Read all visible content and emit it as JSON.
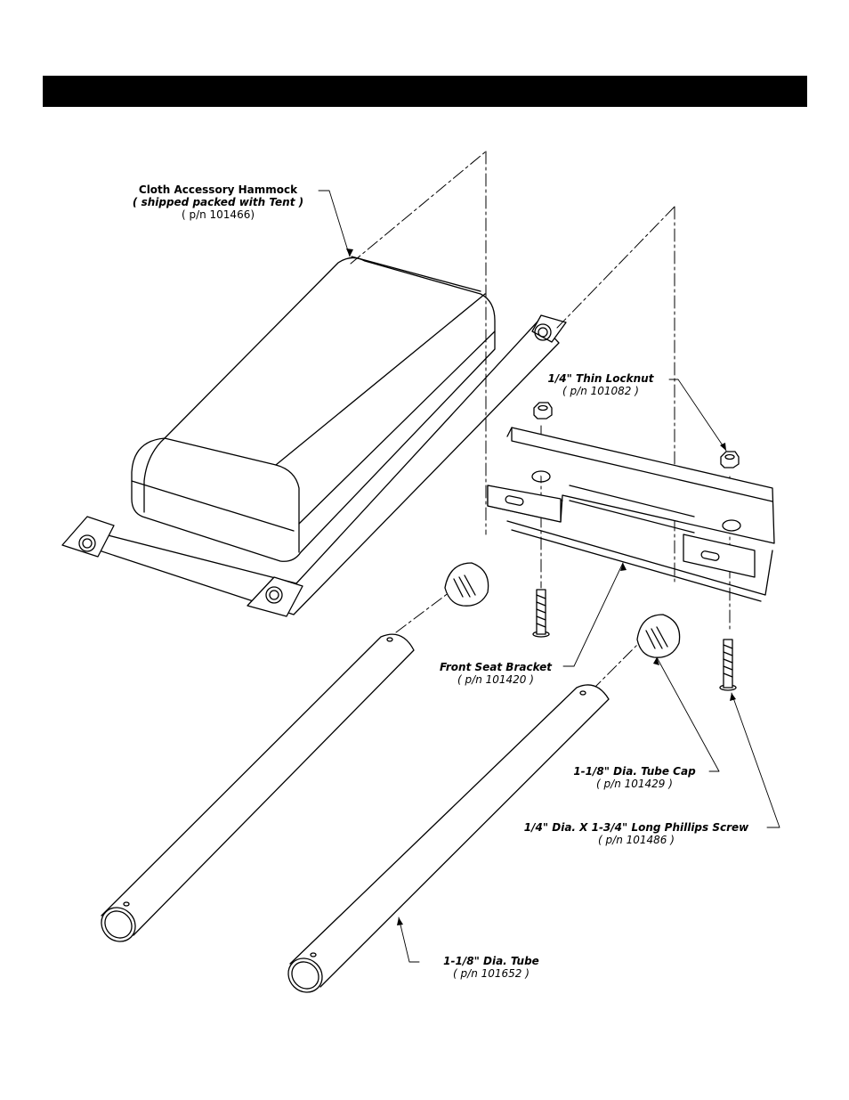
{
  "labels": {
    "hammock": {
      "title": "Cloth Accessory Hammock",
      "note": "( shipped packed with Tent )",
      "pn": "( p/n 101466)"
    },
    "locknut": {
      "title": "1/4\" Thin Locknut",
      "pn": "( p/n 101082 )"
    },
    "bracket": {
      "title": "Front Seat Bracket",
      "pn": "( p/n 101420 )"
    },
    "tube_cap": {
      "title": "1-1/8\" Dia. Tube Cap",
      "pn": "( p/n 101429 )"
    },
    "screw": {
      "title": "1/4\" Dia. X 1-3/4\" Long Phillips Screw",
      "pn": "( p/n 101486 )"
    },
    "tube": {
      "title": "1-1/8\" Dia. Tube",
      "pn": "( p/n 101652 )"
    }
  },
  "colors": {
    "line": "#000000",
    "background": "#ffffff",
    "header": "#000000"
  }
}
